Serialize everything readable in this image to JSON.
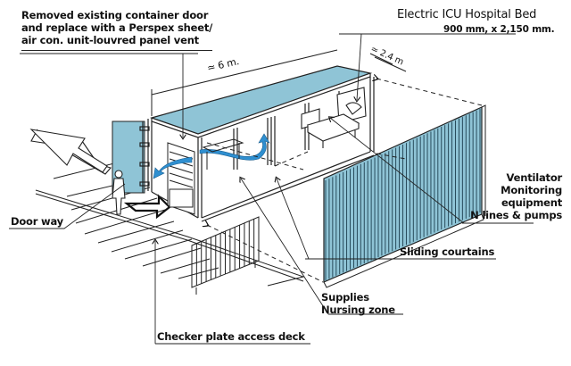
{
  "diagram": {
    "title": "ICU container conversion sketch",
    "colors": {
      "accent_blue": "#8fc4d6",
      "arrow_blue": "#2f8fd0",
      "ink": "#111111"
    },
    "labels": {
      "door_note": [
        "Removed existing container door",
        "and replace with a Perspex sheet/",
        "air con. unit-louvred panel vent"
      ],
      "bed_title": "Electric ICU Hospital Bed",
      "bed_size": "900 mm, x 2,150 mm.",
      "length_dim": "≃ 6 m.",
      "width_dim": "≃ 2.4 m",
      "equipment": [
        "Ventilator",
        "Monitoring",
        "equipment",
        "N lines & pumps"
      ],
      "doorway": "Door way",
      "curtains": "Sliding courtains",
      "supplies": [
        "Supplies",
        "Nursing zone"
      ],
      "deck": "Checker plate access deck"
    }
  }
}
